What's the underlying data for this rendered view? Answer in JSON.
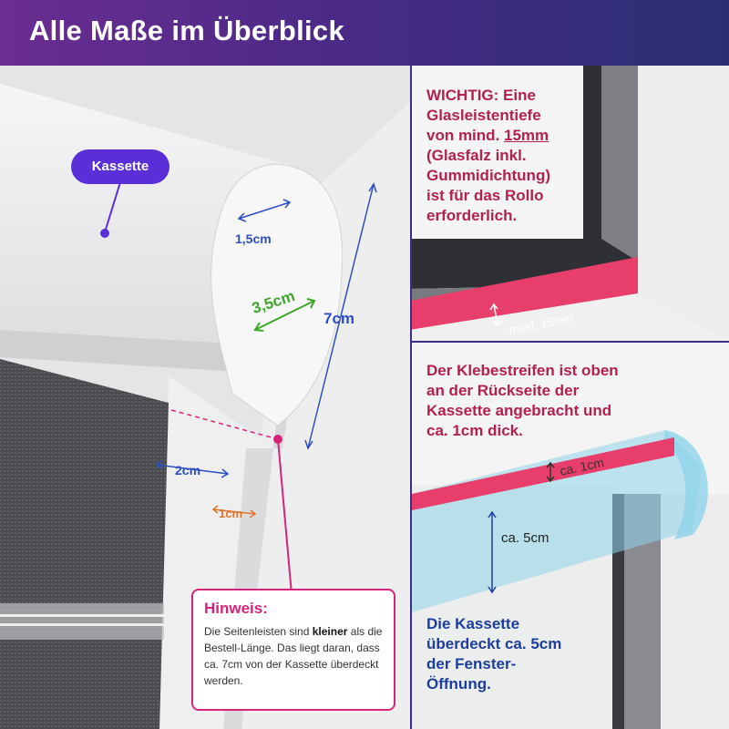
{
  "header": {
    "title": "Alle Maße im Überblick"
  },
  "labels": {
    "kassette": "Kassette",
    "dim_1_5": "1,5cm",
    "dim_3_5": "3,5cm",
    "dim_7": "7cm",
    "dim_2": "2cm",
    "dim_1": "1cm",
    "mind_15": "mind. 15mm",
    "ca_1": "ca. 1cm",
    "ca_5": "ca. 5cm"
  },
  "top_right": {
    "wichtig": "WICHTIG:",
    "line1_rest": " Eine",
    "line2": "Glasleistentiefe",
    "line3_pre": "von mind. ",
    "line3_bold": "15mm",
    "line4": "(Glasfalz inkl.",
    "line5": "Gummidichtung)",
    "line6": "ist für das Rollo",
    "line7": "erforderlich."
  },
  "middle_right": {
    "line1": "Der Klebestreifen ist oben",
    "line2": "an der Rückseite der",
    "line3": "Kassette angebracht und",
    "line4": "ca. 1cm dick."
  },
  "bottom_right": {
    "line1": "Die Kassette",
    "line2": "überdeckt ca. 5cm",
    "line3": "der Fenster-",
    "line4": "Öffnung."
  },
  "note": {
    "title": "Hinweis:",
    "pre": "Die Seitenleisten sind ",
    "bold": "kleiner",
    "post": " als die Bestell-Länge. Das liegt daran, dass ca. 7cm von der Kassette überdeckt werden."
  },
  "colors": {
    "header_start": "#6b2d92",
    "header_end": "#2a2f74",
    "accent_purple": "#5b2fd8",
    "accent_pink": "#d6247a",
    "accent_red": "#b3214d",
    "accent_blue": "#1c3e9c",
    "accent_green": "#3fa52c",
    "accent_orange": "#e0722a",
    "adhesive": "#e83e6b",
    "cassette_blue": "#8fd3ea"
  }
}
